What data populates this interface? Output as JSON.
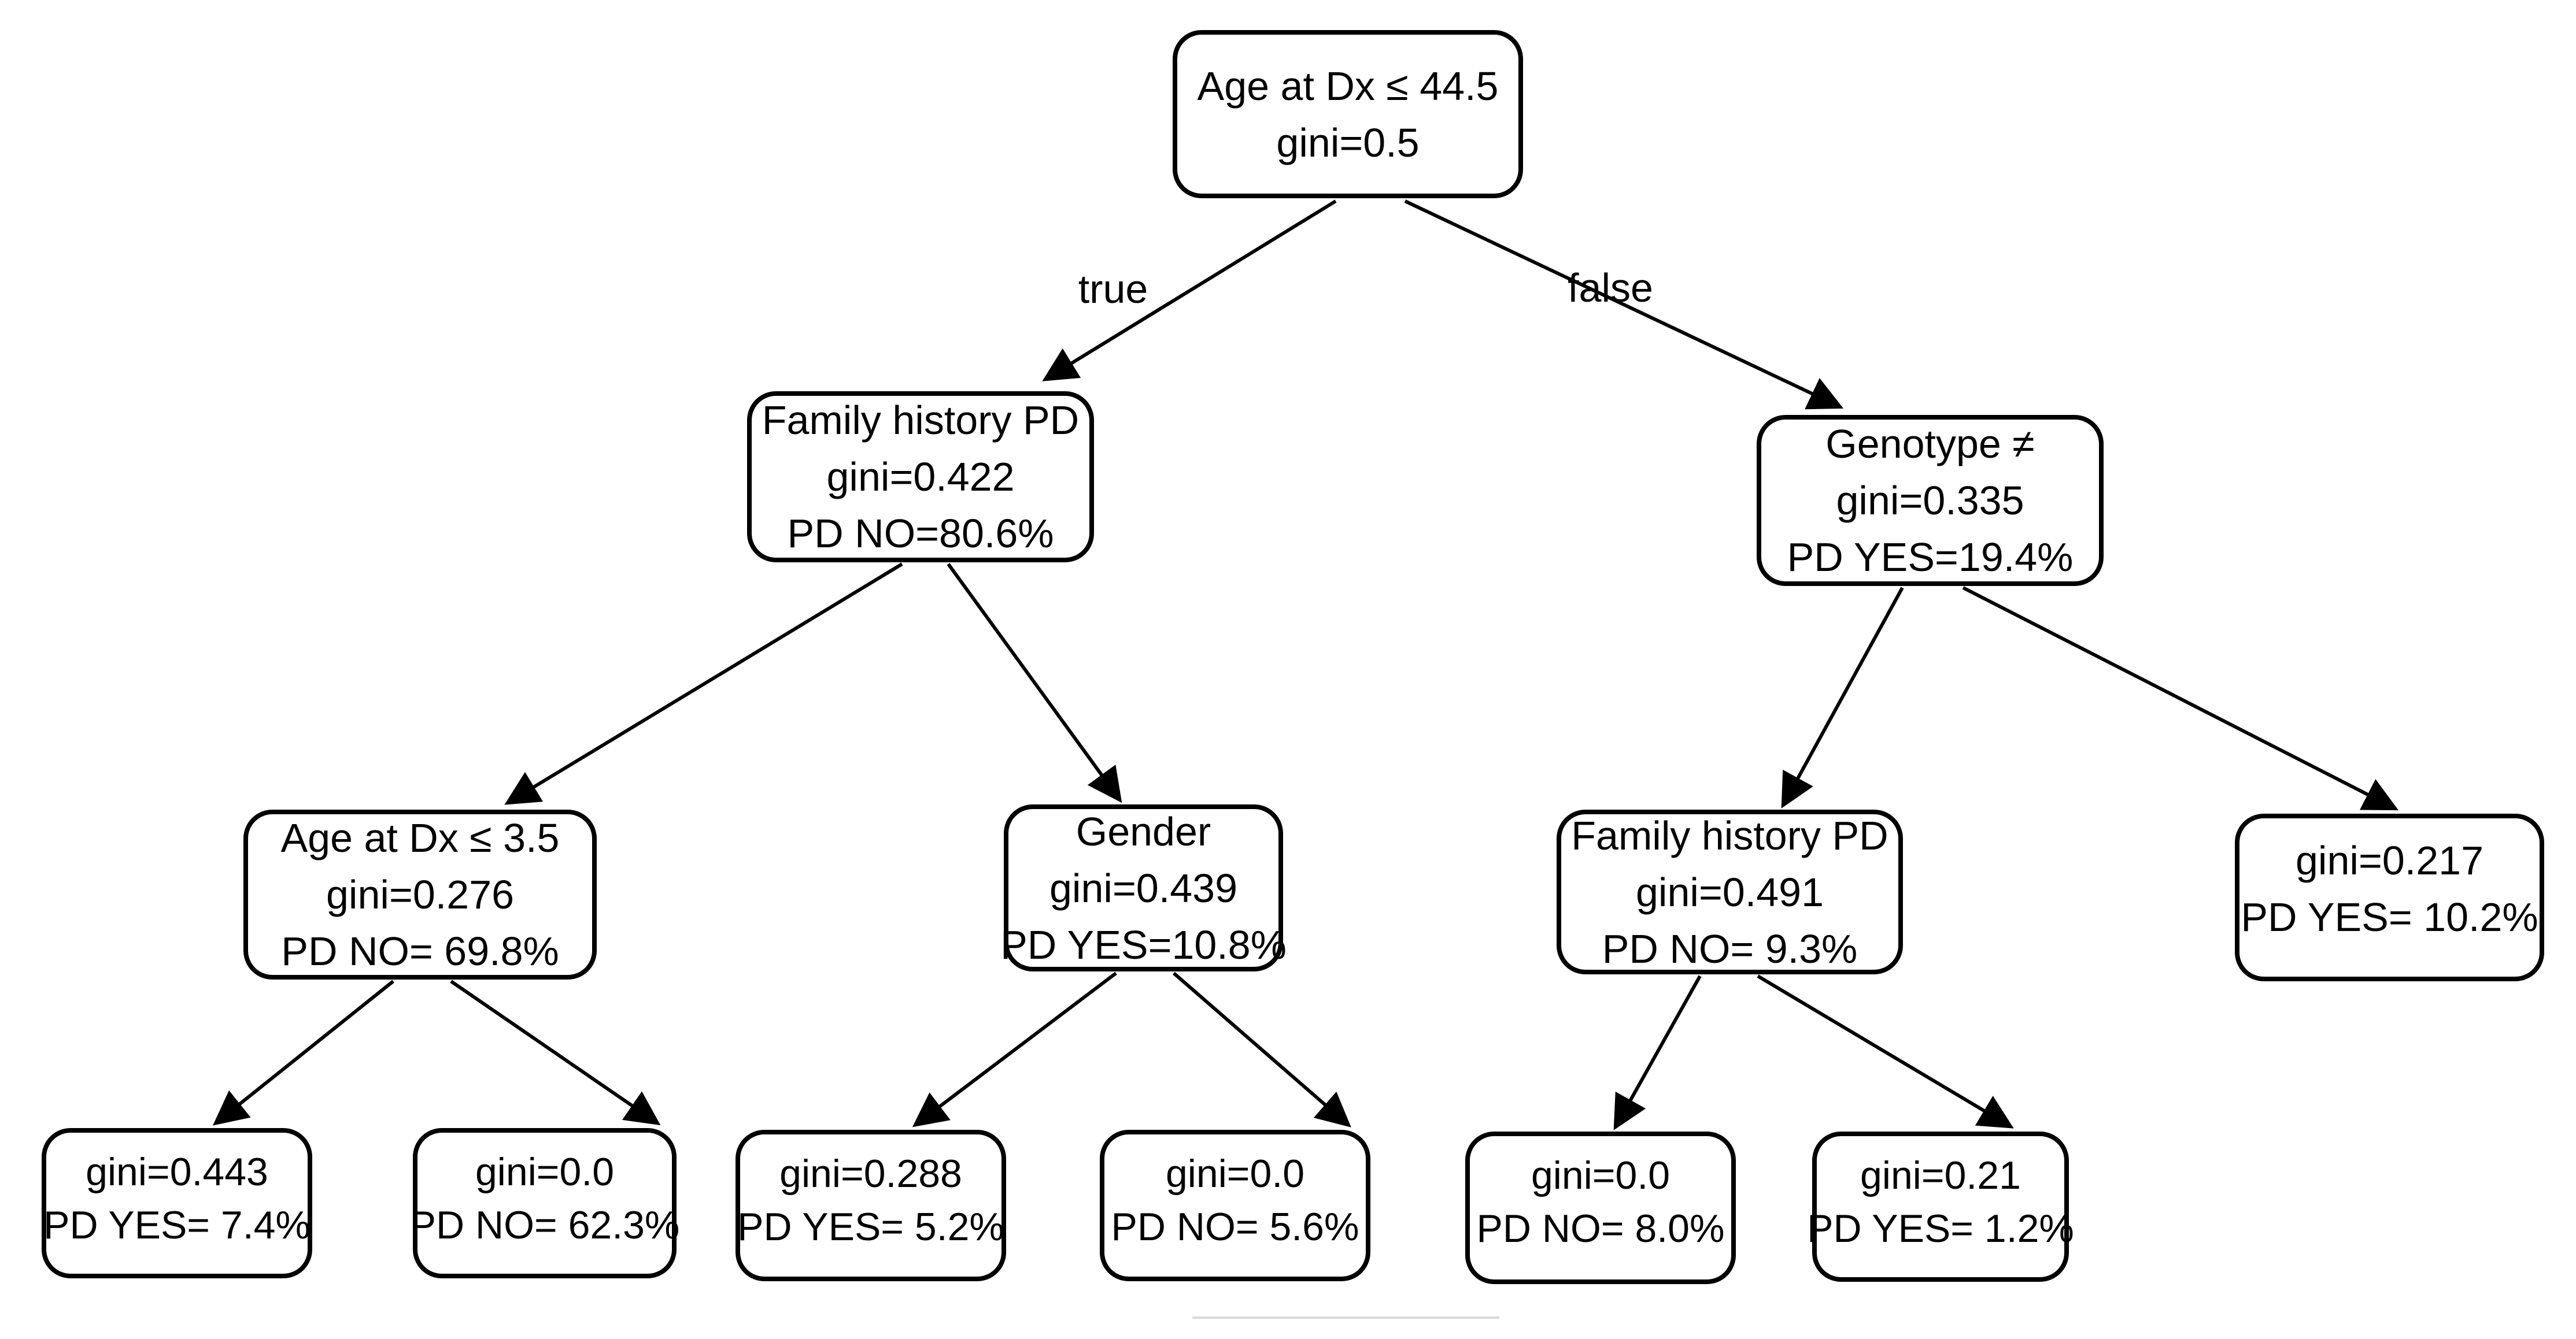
{
  "diagram": {
    "type": "decision-tree",
    "background_color": "#ffffff",
    "line_color": "#000000",
    "divider_color": "#d9d9d9",
    "edge_labels": {
      "left": "true",
      "right": "false"
    },
    "nodes": {
      "root": {
        "lines": [
          "Age at Dx ≤ 44.5",
          "gini=0.5"
        ]
      },
      "family_history_pd_left": {
        "lines": [
          "Family history PD",
          "gini=0.422",
          "PD NO=80.6%"
        ]
      },
      "genotype": {
        "lines": [
          "Genotype ≠",
          "gini=0.335",
          "PD YES=19.4%"
        ]
      },
      "age_at_dx_3_5": {
        "lines": [
          "Age at Dx ≤ 3.5",
          "gini=0.276",
          "PD NO= 69.8%"
        ]
      },
      "gender": {
        "lines": [
          "Gender",
          "gini=0.439",
          "PD YES=10.8%"
        ]
      },
      "family_history_pd_right": {
        "lines": [
          "Family history PD",
          "gini=0.491",
          "PD NO= 9.3%"
        ]
      },
      "leaf_genotype_right": {
        "lines": [
          "gini=0.217",
          "PD YES= 10.2%"
        ]
      },
      "leaf_1": {
        "lines": [
          "gini=0.443",
          "PD YES= 7.4%"
        ]
      },
      "leaf_2": {
        "lines": [
          "gini=0.0",
          "PD NO= 62.3%"
        ]
      },
      "leaf_3": {
        "lines": [
          "gini=0.288",
          "PD YES= 5.2%"
        ]
      },
      "leaf_4": {
        "lines": [
          "gini=0.0",
          "PD NO= 5.6%"
        ]
      },
      "leaf_5": {
        "lines": [
          "gini=0.0",
          "PD NO= 8.0%"
        ]
      },
      "leaf_6": {
        "lines": [
          "gini=0.21",
          "PD YES= 1.2%"
        ]
      }
    },
    "edges": [
      {
        "from": "root",
        "to": "family_history_pd_left",
        "label": "true"
      },
      {
        "from": "root",
        "to": "genotype",
        "label": "false"
      },
      {
        "from": "family_history_pd_left",
        "to": "age_at_dx_3_5",
        "label": ""
      },
      {
        "from": "family_history_pd_left",
        "to": "gender",
        "label": ""
      },
      {
        "from": "genotype",
        "to": "family_history_pd_right",
        "label": ""
      },
      {
        "from": "genotype",
        "to": "leaf_genotype_right",
        "label": ""
      },
      {
        "from": "age_at_dx_3_5",
        "to": "leaf_1",
        "label": ""
      },
      {
        "from": "age_at_dx_3_5",
        "to": "leaf_2",
        "label": ""
      },
      {
        "from": "gender",
        "to": "leaf_3",
        "label": ""
      },
      {
        "from": "gender",
        "to": "leaf_4",
        "label": ""
      },
      {
        "from": "family_history_pd_right",
        "to": "leaf_5",
        "label": ""
      },
      {
        "from": "family_history_pd_right",
        "to": "leaf_6",
        "label": ""
      }
    ]
  }
}
